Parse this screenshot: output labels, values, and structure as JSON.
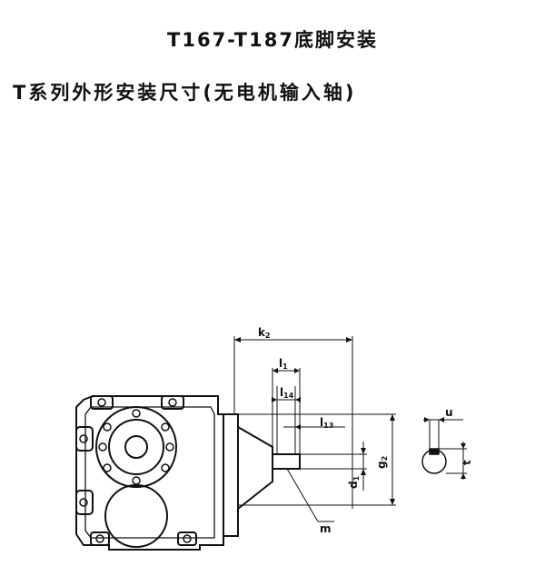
{
  "titles": {
    "line1": "T167-T187底脚安装",
    "line2": "T系列外形安装尺寸(无电机输入轴)"
  },
  "dimensions": {
    "k2": {
      "main": "k",
      "sub": "2"
    },
    "l1": {
      "main": "l",
      "sub": "1"
    },
    "l14": {
      "main": "l",
      "sub": "14"
    },
    "l13": {
      "main": "l",
      "sub": "13"
    },
    "g2": {
      "main": "g",
      "sub": "2"
    },
    "d1": {
      "main": "d",
      "sub": "1"
    },
    "m": "m",
    "u": "u",
    "t": "t"
  }
}
